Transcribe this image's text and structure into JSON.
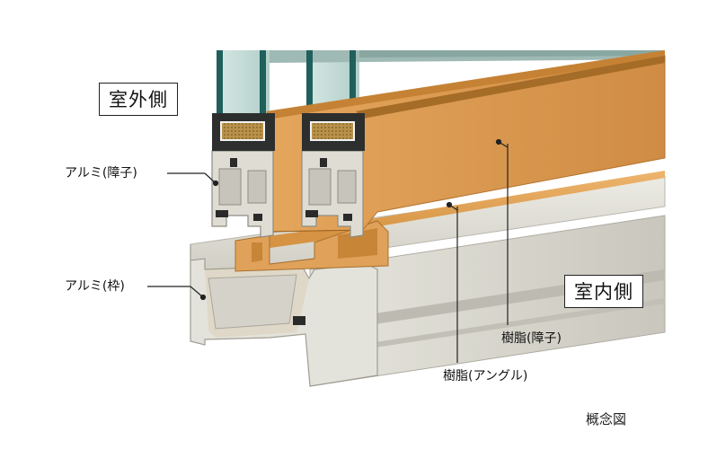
{
  "labels": {
    "outdoor": "室外側",
    "indoor": "室内側",
    "alu_mullion": "アルミ(障子)",
    "alu_frame": "アルミ(枠)",
    "resin_mullion": "樹脂(障子)",
    "resin_angle": "樹脂(アングル)",
    "concept": "概念図"
  },
  "colors": {
    "aluminum": "#d9d8cf",
    "resin_wood": "#dc9b52",
    "glass_edge": "#1f5f5c",
    "spacer": "#b88a3c"
  }
}
